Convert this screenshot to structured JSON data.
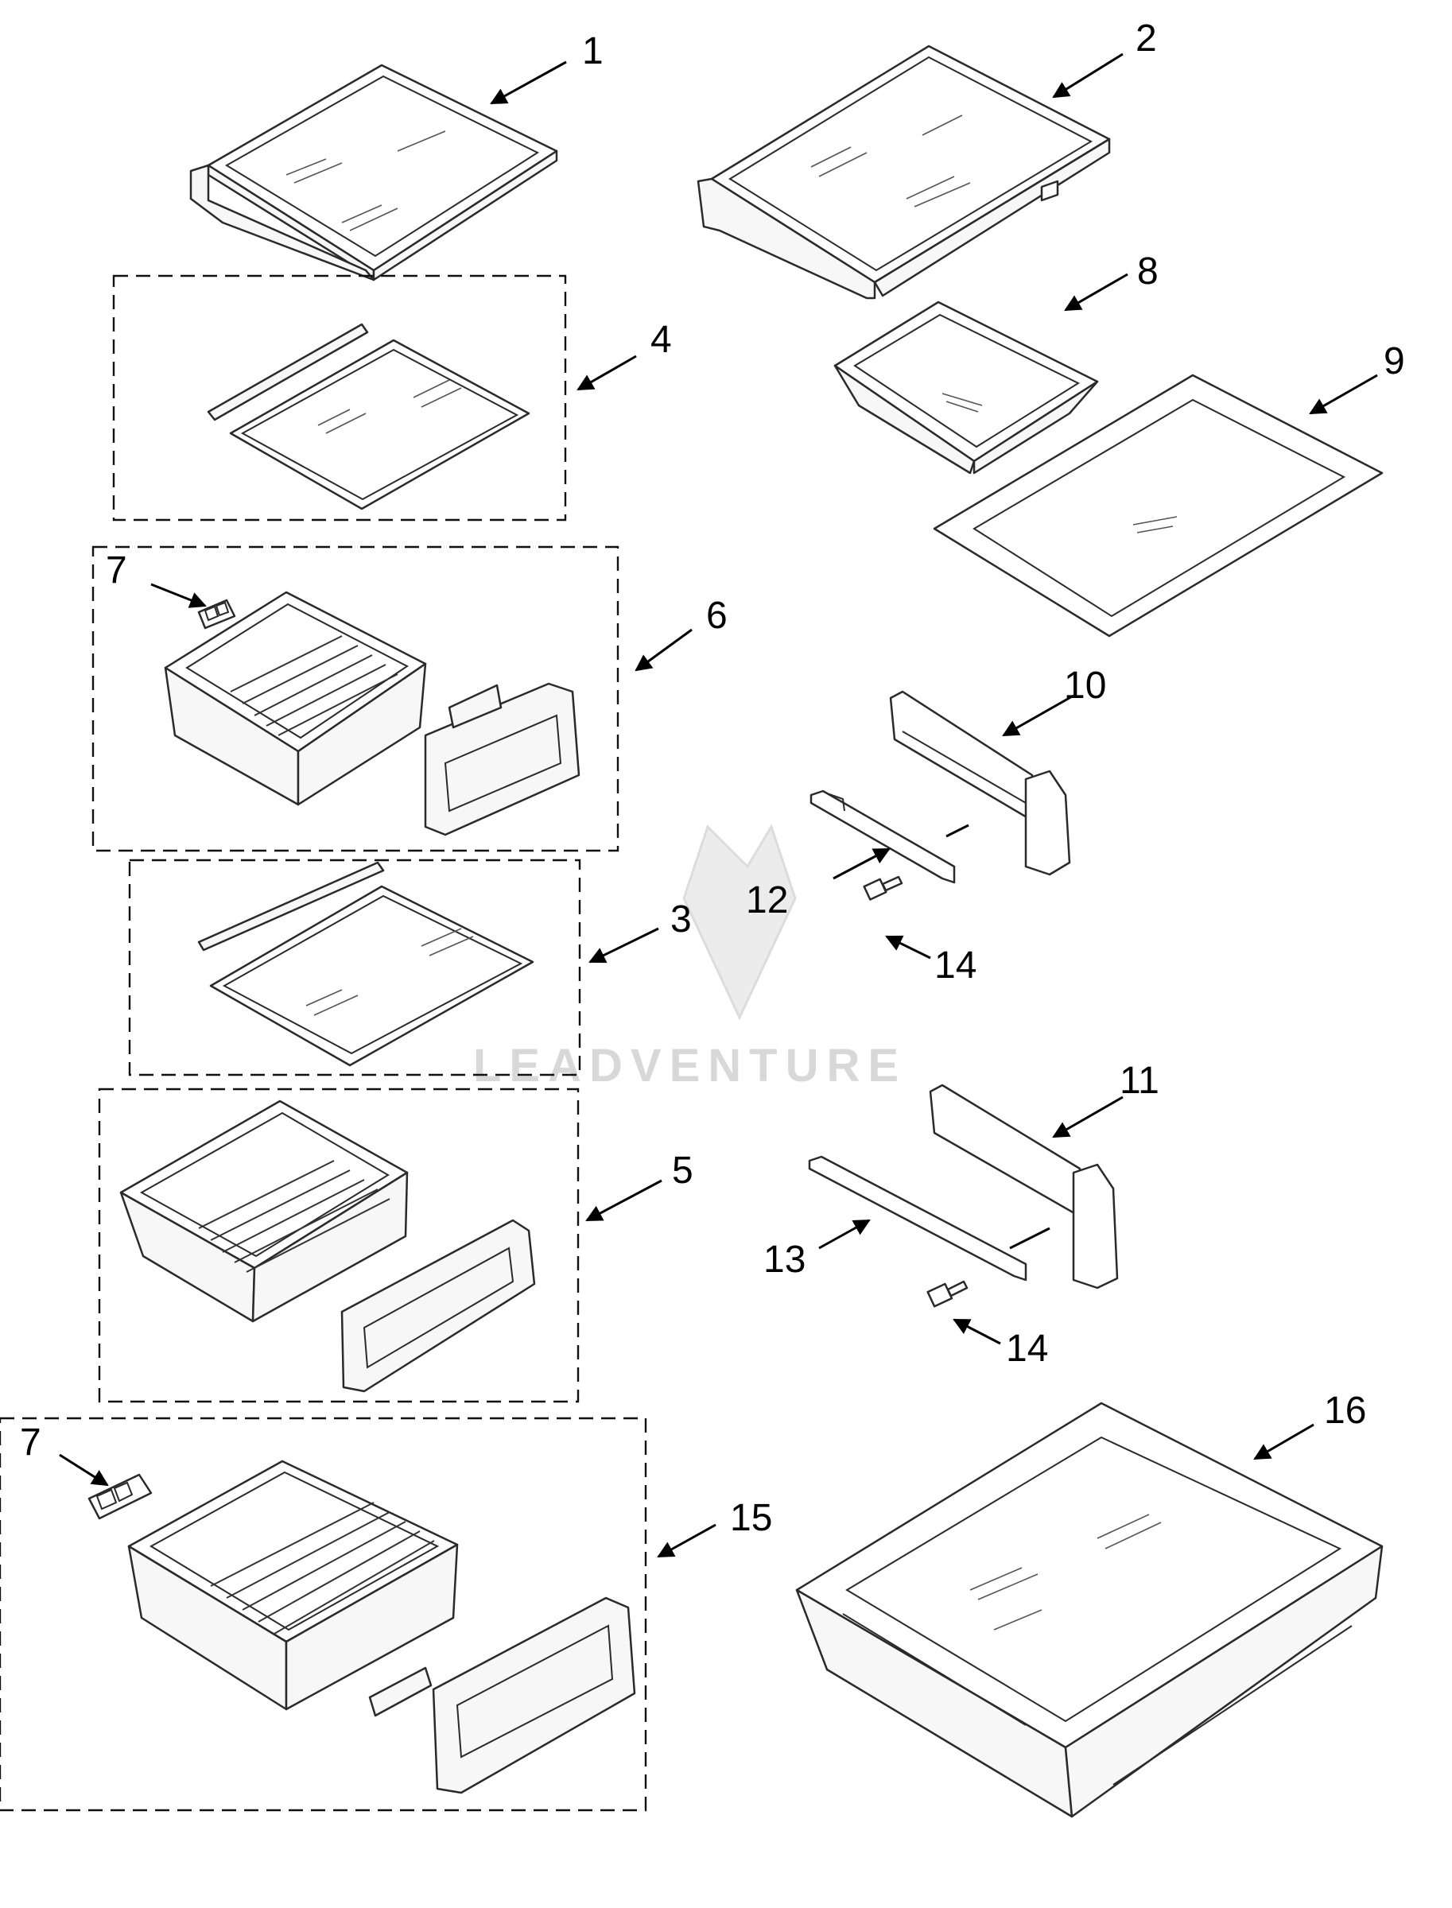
{
  "watermark": {
    "text": "LEADVENTURE"
  },
  "callouts": {
    "c1": "1",
    "c2": "2",
    "c3": "3",
    "c4": "4",
    "c5": "5",
    "c6": "6",
    "c7a": "7",
    "c7b": "7",
    "c8": "8",
    "c9": "9",
    "c10": "10",
    "c11": "11",
    "c12": "12",
    "c13": "13",
    "c14a": "14",
    "c14b": "14",
    "c15": "15",
    "c16": "16"
  },
  "colors": {
    "line": "#2a2a2a",
    "label": "#000000",
    "watermark": "#d8d8d8"
  }
}
